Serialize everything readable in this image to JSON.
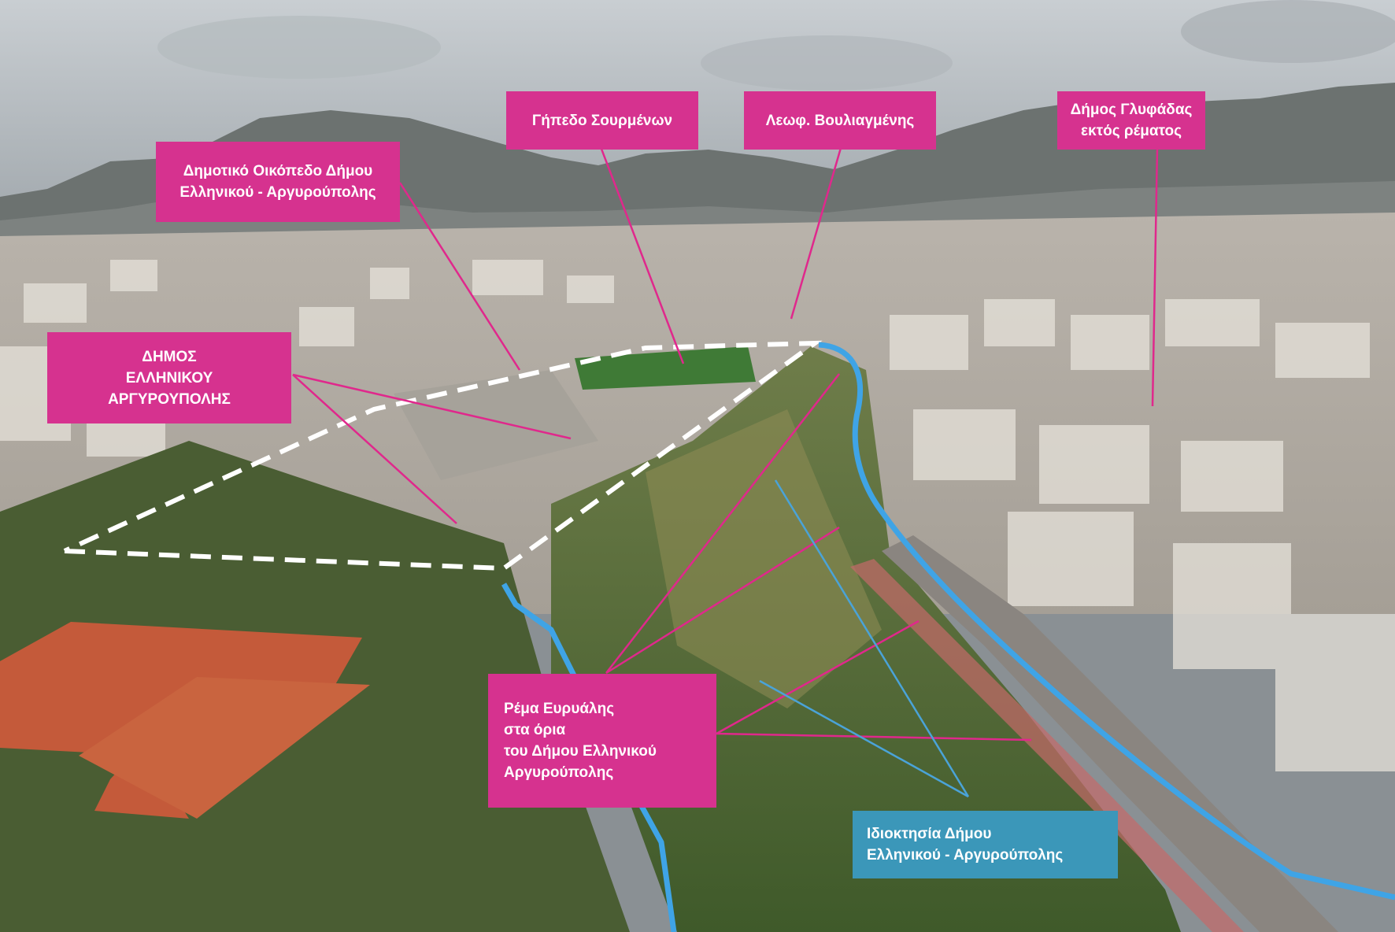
{
  "labels": {
    "municipal_plot": [
      "Δημοτικό Οικόπεδο Δήμου",
      "Ελληνικού - Αργυρούπολης"
    ],
    "stadium": "Γήπεδο Σουρμένων",
    "avenue": "Λεωφ. Βουλιαγμένης",
    "glyfada": [
      "Δήμος Γλυφάδας",
      "εκτός ρέματος"
    ],
    "municipality": [
      "ΔΗΜΟΣ",
      "ΕΛΛΗΝΙΚΟΥ",
      "ΑΡΓΥΡΟΥΠΟΛΗΣ"
    ],
    "stream": [
      "Ρέμα Ευρυάλης",
      "στα όρια",
      "του Δήμου Ελληνικού",
      "Αργυρούπολης"
    ],
    "ownership": [
      "Ιδιοκτησία Δήμου",
      "Ελληνικού - Αργυρούπολης"
    ]
  },
  "colors": {
    "label_magenta": "#d6328f",
    "label_blue": "#3b97b9",
    "stream_line": "#3fa4e6",
    "boundary_dashed": "#ffffff",
    "leader_magenta": "#e0288c",
    "leader_blue": "#4aa3d8"
  }
}
